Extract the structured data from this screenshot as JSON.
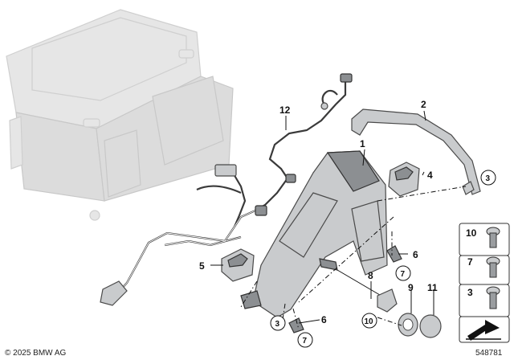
{
  "callouts": {
    "c1": "1",
    "c2": "2",
    "c3a": "3",
    "c3b": "3",
    "c4": "4",
    "c5": "5",
    "c6a": "6",
    "c6b": "6",
    "c7a": "7",
    "c7b": "7",
    "c8": "8",
    "c9": "9",
    "c10": "10",
    "c11": "11",
    "c12": "12"
  },
  "legend": {
    "items": [
      {
        "label": "10"
      },
      {
        "label": "7"
      },
      {
        "label": "3"
      }
    ]
  },
  "footer": {
    "copyright": "© 2025 BMW AG",
    "diagram_number": "548781"
  }
}
